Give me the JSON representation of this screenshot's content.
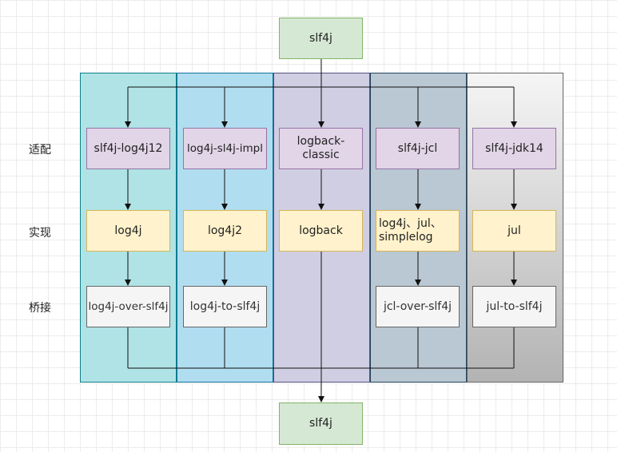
{
  "diagram": {
    "top_node": "slf4j",
    "bottom_node": "slf4j",
    "row_labels": {
      "adapter": "适配",
      "implementation": "实现",
      "bridge": "桥接"
    },
    "columns": [
      {
        "adapter": "slf4j-log4j12",
        "implementation": "log4j",
        "bridge": "log4j-over-slf4j"
      },
      {
        "adapter": "log4j-sl4j-impl",
        "implementation": "log4j2",
        "bridge": "log4j-to-slf4j"
      },
      {
        "adapter_line1": "logback-",
        "adapter_line2": "classic",
        "implementation": "logback"
      },
      {
        "adapter": "slf4j-jcl",
        "implementation_line1": "log4j、jul、",
        "implementation_line2": "simplelog",
        "bridge": "jcl-over-slf4j"
      },
      {
        "adapter": "slf4j-jdk14",
        "implementation": "jul",
        "bridge": "jul-to-slf4j"
      }
    ]
  }
}
